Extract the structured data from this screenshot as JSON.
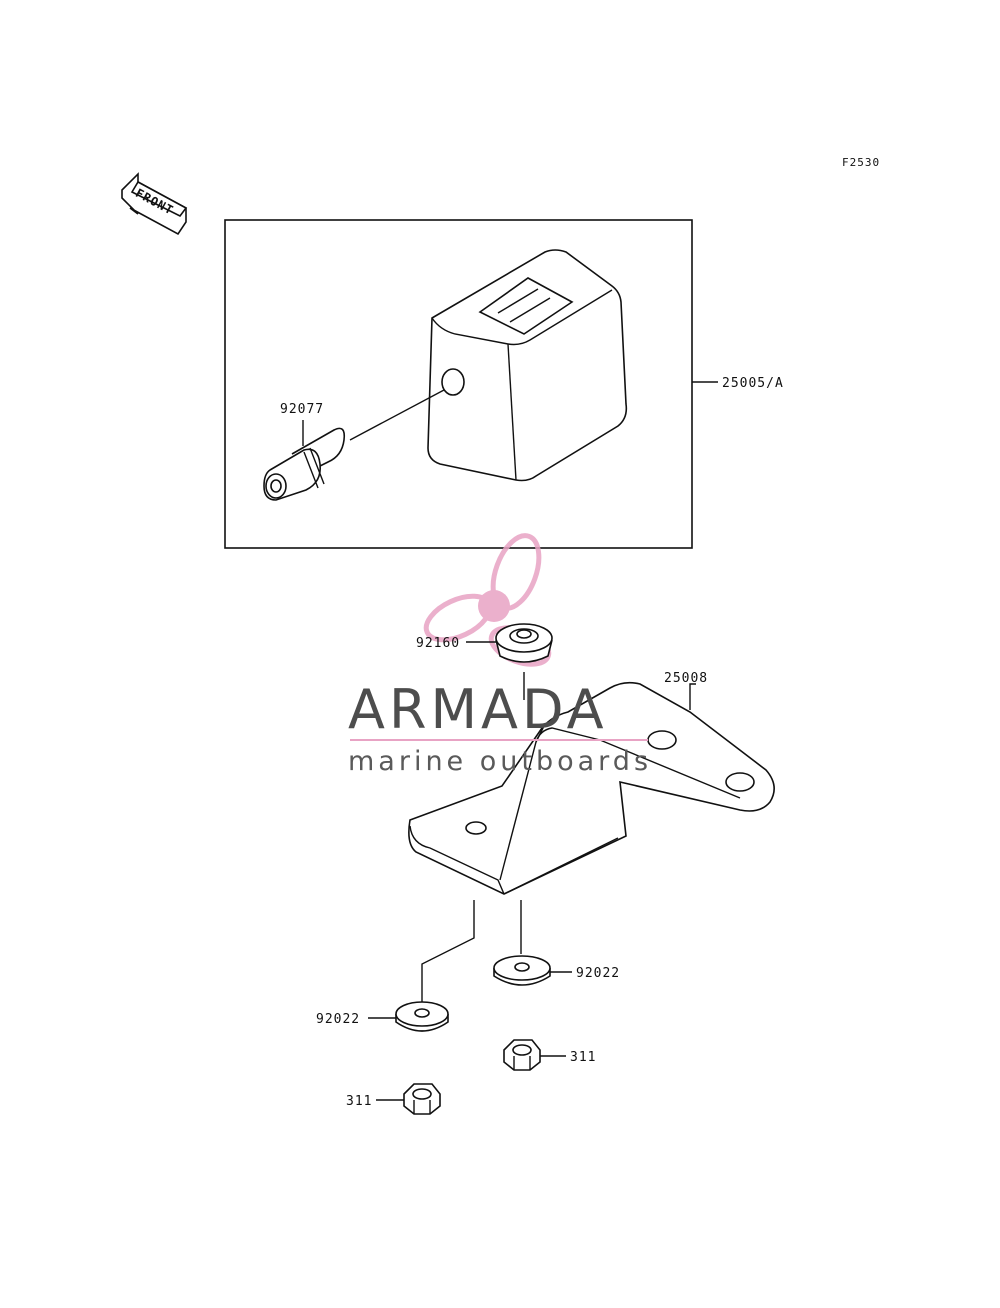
{
  "figure_code": "F2530",
  "front_label": "FRONT",
  "watermark": {
    "brand": "ARMADA",
    "tagline": "marine outboards",
    "logo_color": "#e8a3c4",
    "text_color": "#4d4d4d"
  },
  "parts": [
    {
      "id": "25005-A",
      "label": "25005/A"
    },
    {
      "id": "92077",
      "label": "92077"
    },
    {
      "id": "92160",
      "label": "92160"
    },
    {
      "id": "25008",
      "label": "25008"
    },
    {
      "id": "92022-right",
      "label": "92022"
    },
    {
      "id": "92022-left",
      "label": "92022"
    },
    {
      "id": "311-right",
      "label": "311"
    },
    {
      "id": "311-left",
      "label": "311"
    }
  ]
}
